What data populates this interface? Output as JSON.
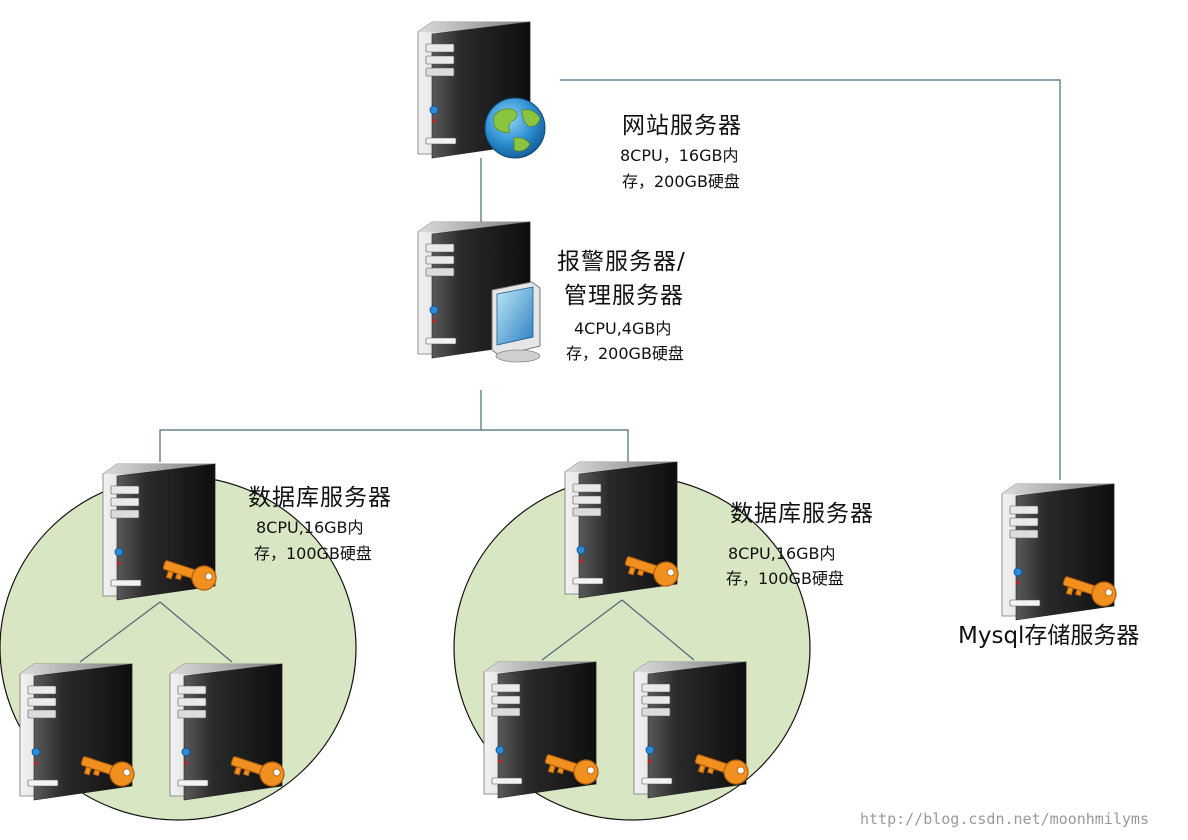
{
  "nodes": {
    "web": {
      "title": "网站服务器",
      "spec1": "8CPU，16GB内",
      "spec2": "存，200GB硬盘"
    },
    "alarm": {
      "title1": "报警服务器/",
      "title2": "管理服务器",
      "spec1": "4CPU,4GB内",
      "spec2": "存，200GB硬盘"
    },
    "db_left": {
      "title": "数据库服务器",
      "spec1": "8CPU,16GB内",
      "spec2": "存，100GB硬盘"
    },
    "db_right": {
      "title": "数据库服务器",
      "spec1": "8CPU,16GB内",
      "spec2": "存，100GB硬盘"
    },
    "mysql": {
      "title": "Mysql存储服务器"
    }
  },
  "watermark": "http://blog.csdn.net/moonhmilyms",
  "colors": {
    "line": "#4a6a78",
    "cluster_fill": "#d8e6c4",
    "key": "#f0901e",
    "server_body": "#3a3a3a"
  },
  "icons": {
    "server": "server-tower-icon",
    "globe": "globe-icon",
    "monitor": "monitor-icon",
    "key": "key-icon"
  }
}
